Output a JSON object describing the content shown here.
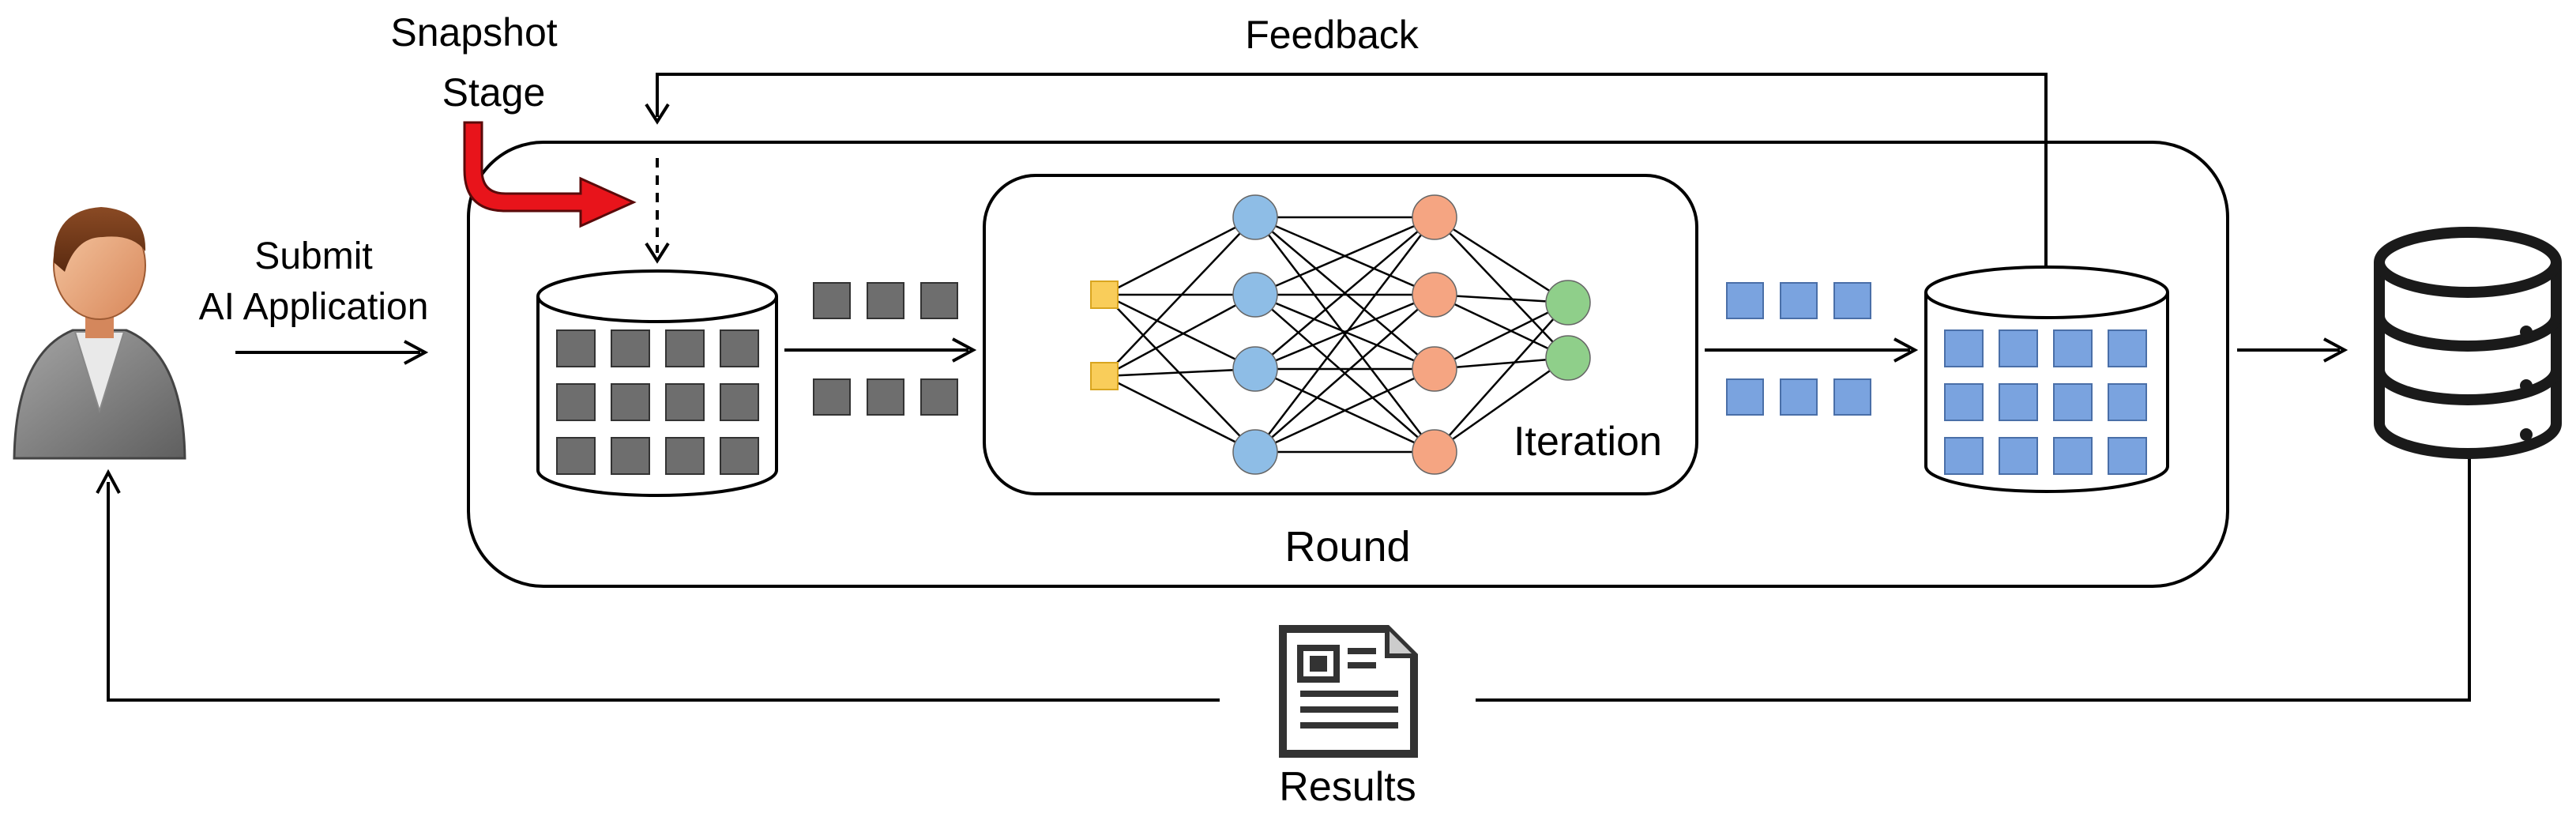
{
  "labels": {
    "snapshot_line1": "Snapshot",
    "snapshot_line2": "Stage",
    "feedback": "Feedback",
    "submit_line1": "Submit",
    "submit_line2": "AI Application",
    "iteration": "Iteration",
    "round": "Round",
    "results": "Results"
  },
  "colors": {
    "line": "#000000",
    "gray_block": "#6e6e6e",
    "blue_block": "#7aa3df",
    "input_node": "#f9cd5a",
    "hidden1_node": "#8ebde6",
    "hidden2_node": "#f5a582",
    "output_node": "#8fcf8a",
    "snapshot_arrow": "#e8141b"
  },
  "icons": {
    "user": "user-icon",
    "database": "database-icon",
    "document": "document-icon"
  }
}
